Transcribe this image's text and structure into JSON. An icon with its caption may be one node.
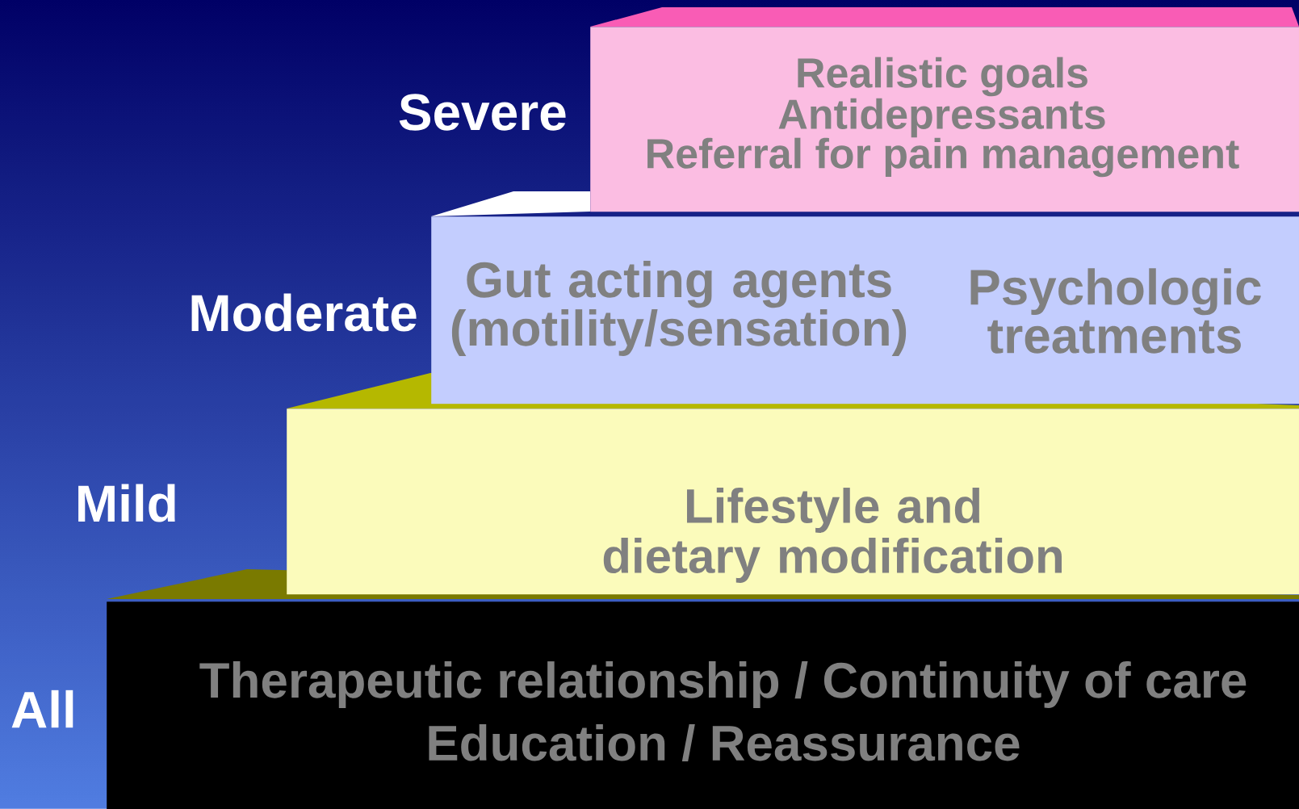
{
  "diagram": {
    "nodes": [
      {
        "text": [
          "Realistic goals",
          "Antidepressants",
          "Referral for pain management"
        ]
      },
      {
        "text": [
          "Gut acting agents (motility/sensation)",
          "Psychologic treatments"
        ]
      },
      {
        "text": [
          "Lifestyle and dietary modification"
        ]
      },
      {
        "text": [
          "Therapeutic relationship / Continuity of care",
          "Education / Reassurance"
        ]
      }
    ],
    "labels": [
      "Severe",
      "Moderate",
      "Mild",
      "All"
    ]
  }
}
